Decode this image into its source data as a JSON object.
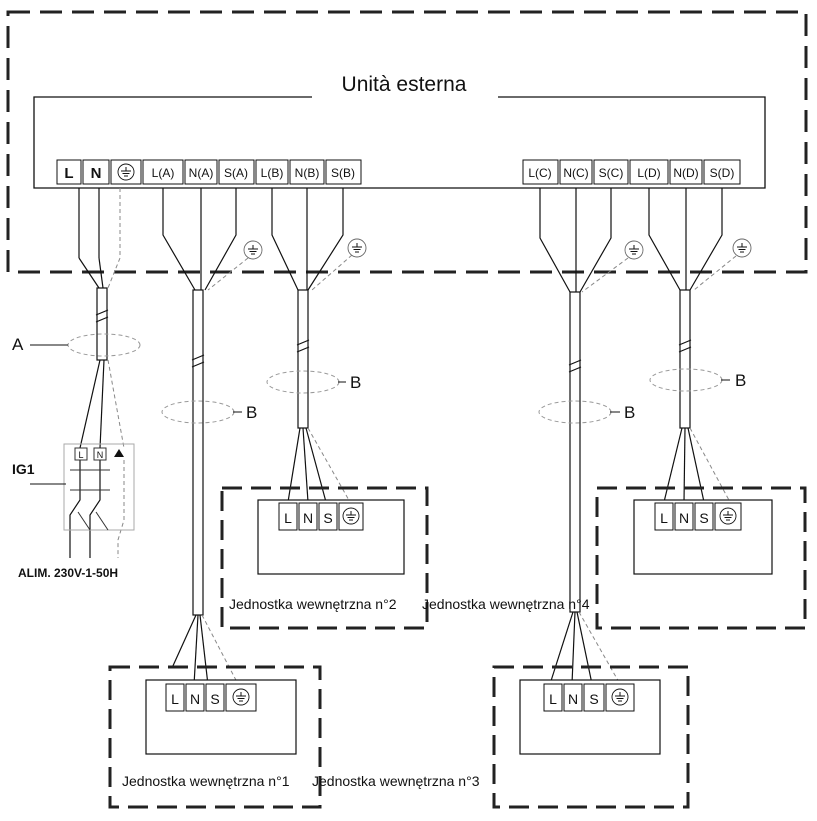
{
  "outdoor": {
    "title": "Unità esterna",
    "terminals": [
      "L",
      "N",
      "L(A)",
      "N(A)",
      "S(A)",
      "L(B)",
      "N(B)",
      "S(B)",
      "L(C)",
      "N(C)",
      "S(C)",
      "L(D)",
      "N(D)",
      "S(D)"
    ]
  },
  "labels": {
    "cable_a": "A",
    "cable_b": "B",
    "breaker": "IG1",
    "supply": "ALIM. 230V-1-50H",
    "breaker_l": "L",
    "breaker_n": "N"
  },
  "indoor_units": [
    {
      "caption": "Jednostka wewnętrzna n°1",
      "terminals": [
        "L",
        "N",
        "S"
      ]
    },
    {
      "caption": "Jednostka wewnętrzna n°2",
      "terminals": [
        "L",
        "N",
        "S"
      ]
    },
    {
      "caption": "Jednostka wewnętrzna n°3",
      "terminals": [
        "L",
        "N",
        "S"
      ]
    },
    {
      "caption": "Jednostka wewnętrzna n°4",
      "terminals": [
        "L",
        "N",
        "S"
      ]
    }
  ],
  "icons": {
    "ground": "ground-icon"
  }
}
